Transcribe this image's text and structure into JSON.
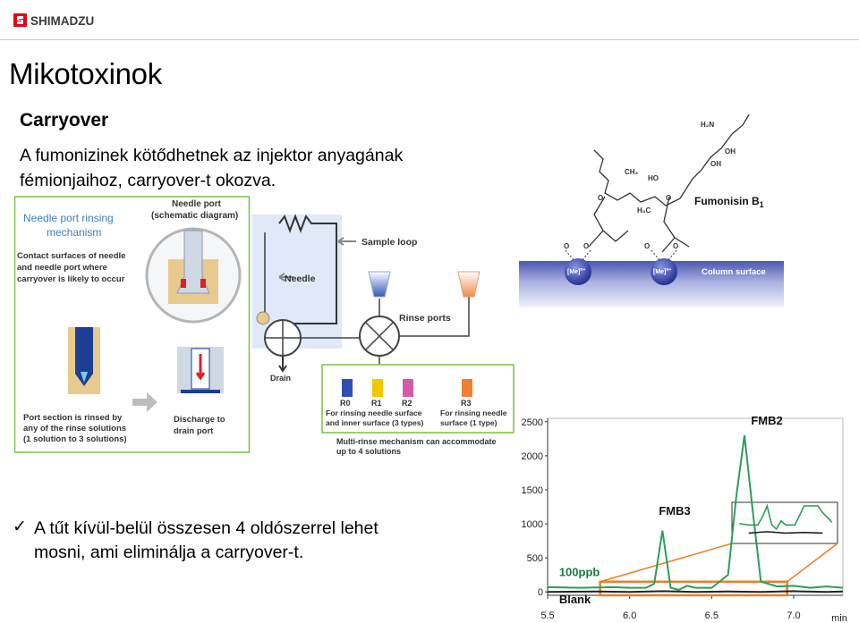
{
  "brand": {
    "name": "SHIMADZU",
    "color": "#e60012"
  },
  "slide": {
    "title": "Mikotoxinok",
    "subtitle": "Carryover",
    "body_line1": "A fumonizinek kötődhetnek az injektor anyagának",
    "body_line2": "fémionjaihoz, carryover-t okozva.",
    "bullet_line1": "A tűt kívül-belül összesen 4 oldószerrel lehet",
    "bullet_line2": "mosni, ami eliminálja a carryover-t."
  },
  "rinse_diagram": {
    "title_line1": "Needle port rinsing",
    "title_line2": "mechanism",
    "needle_port_line1": "Needle port",
    "needle_port_line2": "(schematic diagram)",
    "contact_line1": "Contact surfaces of needle",
    "contact_line2": "and needle port where",
    "contact_line3": "carryover is likely to occur",
    "rinsed_line1": "Port section is rinsed by",
    "rinsed_line2": "any of the rinse solutions",
    "rinsed_line3": "(1 solution to 3 solutions)",
    "discharge_line1": "Discharge to",
    "discharge_line2": "drain port",
    "sample_loop": "Sample loop",
    "needle": "Needle",
    "rinse_ports": "Rinse ports",
    "drain": "Drain",
    "bottles": [
      "R0",
      "R1",
      "R2",
      "R3"
    ],
    "rinse3_line1": "For rinsing needle surface",
    "rinse3_line2": "and inner surface (3 types)",
    "rinse1_line1": "For rinsing needle",
    "rinse1_line2": "surface (1 type)",
    "multi_line1": "Multi-rinse mechanism can accommodate",
    "multi_line2": "up to 4 solutions",
    "colors": {
      "green_frame": "#7ac143",
      "title_blue": "#3a7fc4",
      "needle_blue": "#1c3f94"
    }
  },
  "molecule": {
    "label": "Fumonisin B",
    "label_sub": "1",
    "column_surface": "Column surface",
    "ion": "[Me]",
    "ion_sup": "n+",
    "h2n": "H₂N",
    "oh1": "OH",
    "oh2": "OH",
    "ho": "HO",
    "ch3": "CH₃",
    "h3c": "H₃C",
    "o": "O"
  },
  "chart_data": {
    "type": "line",
    "x_unit": "min",
    "xlim": [
      5.5,
      7.3
    ],
    "ylim": [
      -50,
      2550
    ],
    "x_ticks": [
      "5.5",
      "6.0",
      "6.5",
      "7.0"
    ],
    "y_ticks": [
      "2500",
      "2000",
      "1500",
      "1000",
      "500",
      "0"
    ],
    "annotations": [
      "FMB2",
      "FMB3",
      "100ppb",
      "Blank"
    ],
    "series": [
      {
        "name": "100ppb",
        "color": "#2e9c5a",
        "x": [
          5.5,
          5.7,
          5.9,
          6.0,
          6.1,
          6.15,
          6.2,
          6.25,
          6.3,
          6.35,
          6.4,
          6.5,
          6.6,
          6.65,
          6.7,
          6.75,
          6.8,
          6.9,
          7.0,
          7.1,
          7.2,
          7.3
        ],
        "y": [
          70,
          60,
          70,
          60,
          60,
          120,
          900,
          60,
          30,
          90,
          60,
          60,
          250,
          1400,
          2300,
          1200,
          150,
          80,
          90,
          60,
          80,
          60
        ]
      },
      {
        "name": "Blank",
        "color": "#222222",
        "x": [
          5.5,
          5.8,
          6.0,
          6.2,
          6.4,
          6.6,
          6.8,
          7.0,
          7.2,
          7.3
        ],
        "y": [
          0,
          5,
          0,
          10,
          0,
          5,
          0,
          10,
          0,
          5
        ]
      }
    ]
  }
}
